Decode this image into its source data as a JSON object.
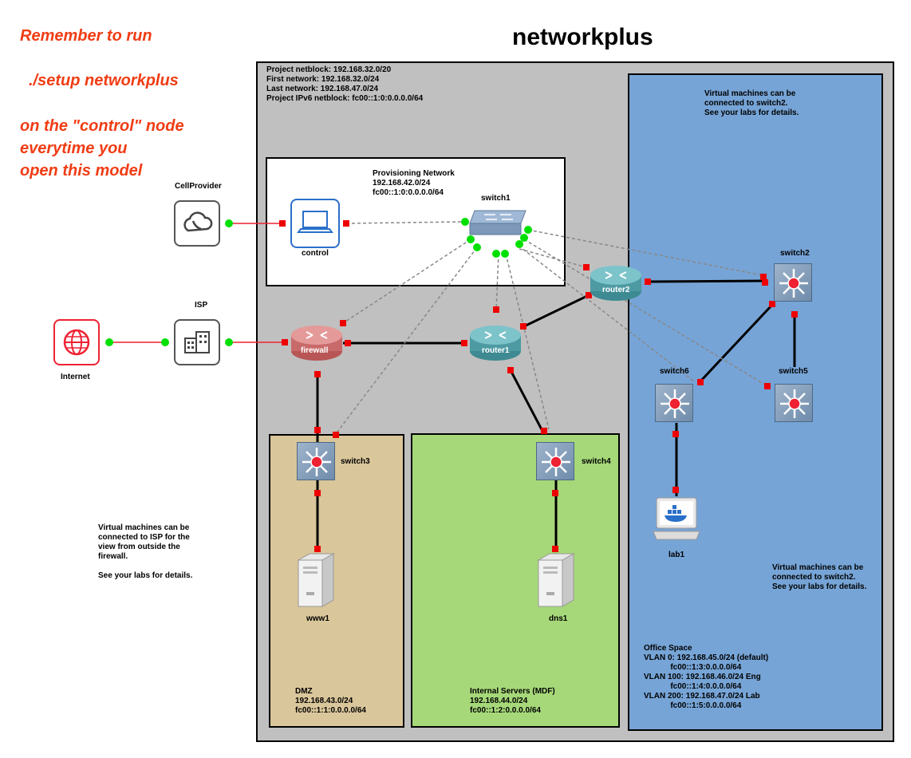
{
  "title": "networkplus",
  "reminder": {
    "line1": "Remember to run",
    "line2": "./setup networkplus",
    "line3": "on the \"control\" node",
    "line4": "everytime you",
    "line5": "open this model"
  },
  "project_info": "Project netblock: 192.168.32.0/20\nFirst network: 192.168.32.0/24\nLast network: 192.168.47.0/24\nProject IPv6 netblock: fc00::1:0:0.0.0.0/64",
  "provisioning_info": "Provisioning Network\n192.168.42.0/24\nfc00::1:0:0.0.0.0/64",
  "office_top_note": "Virtual machines can be\nconnected to switch2.\nSee your labs for details.",
  "office_mid_note": "Virtual machines can be\nconnected to switch2.\nSee your labs for details.",
  "isp_note": "Virtual machines can be\nconnected to ISP for the\nview from outside the\nfirewall.\n\nSee your labs for details.",
  "office_space": "Office Space\nVLAN 0: 192.168.45.0/24 (default)\n            fc00::1:3:0.0.0.0/64\nVLAN 100: 192.168.46.0/24 Eng\n            fc00::1:4:0.0.0.0/64\nVLAN 200: 192.168.47.0/24 Lab\n            fc00::1:5:0.0.0.0/64",
  "dmz": "DMZ\n192.168.43.0/24\nfc00::1:1:0.0.0.0/64",
  "internal": "Internal Servers (MDF)\n192.168.44.0/24\nfc00::1:2:0.0.0.0/64",
  "nodes": {
    "cellprovider": "CellProvider",
    "control": "control",
    "switch1": "switch1",
    "isp": "ISP",
    "internet": "Internet",
    "firewall": "firewall",
    "router1": "router1",
    "router2": "router2",
    "switch2": "switch2",
    "switch3": "switch3",
    "switch4": "switch4",
    "switch5": "switch5",
    "switch6": "switch6",
    "www1": "www1",
    "dns1": "dns1",
    "lab1": "lab1"
  },
  "colors": {
    "reminder": "#f03c14",
    "project_bg": "#c0c0c0",
    "office_bg": "#76a4d6",
    "dmz_bg": "#d9c69a",
    "internal_bg": "#a6d879",
    "link_up": "#00e000",
    "link_port": "#ee0000"
  }
}
